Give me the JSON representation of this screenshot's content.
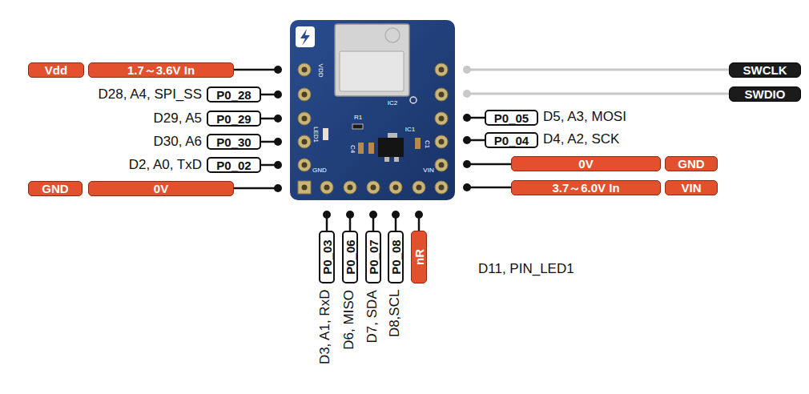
{
  "diagram": {
    "nodes": [
      {
        "text": [
          "Vdd"
        ]
      },
      {
        "text": [
          "1.7～3.6V In"
        ]
      },
      {
        "text": [
          "SWCLK"
        ]
      },
      {
        "text": [
          "P0_28"
        ]
      },
      {
        "text": [
          "SWDIO"
        ]
      },
      {
        "text": [
          "P0_29"
        ]
      },
      {
        "text": [
          "P0_05"
        ]
      },
      {
        "text": [
          "P0_30"
        ]
      },
      {
        "text": [
          "P0_04"
        ]
      },
      {
        "text": [
          "P0_02"
        ]
      },
      {
        "text": [
          "0V"
        ]
      },
      {
        "text": [
          "GND"
        ]
      },
      {
        "text": [
          "GND"
        ]
      },
      {
        "text": [
          "0V"
        ]
      },
      {
        "text": [
          "3.7～6.0V In"
        ]
      },
      {
        "text": [
          "VIN"
        ]
      },
      {
        "text": [
          "P0_03"
        ]
      },
      {
        "text": [
          "P0_06"
        ]
      },
      {
        "text": [
          "P0_07"
        ]
      },
      {
        "text": [
          "P0_08"
        ]
      },
      {
        "text": [
          "nR"
        ]
      }
    ],
    "labels": [
      "D28, A4, SPI_SS",
      "D29, A5",
      "D30, A6",
      "D2, A0, TxD",
      "D5, A3, MOSI",
      "D4, A2, SCK",
      "D3, A1, RxD",
      "D6, MISO",
      "D7, SDA",
      "D8,SCL",
      "D11, PIN_LED1",
      "VDD",
      "LED1",
      "R1",
      "IC2",
      "C4",
      "IC1",
      "C1",
      "GND",
      "VIN"
    ]
  }
}
